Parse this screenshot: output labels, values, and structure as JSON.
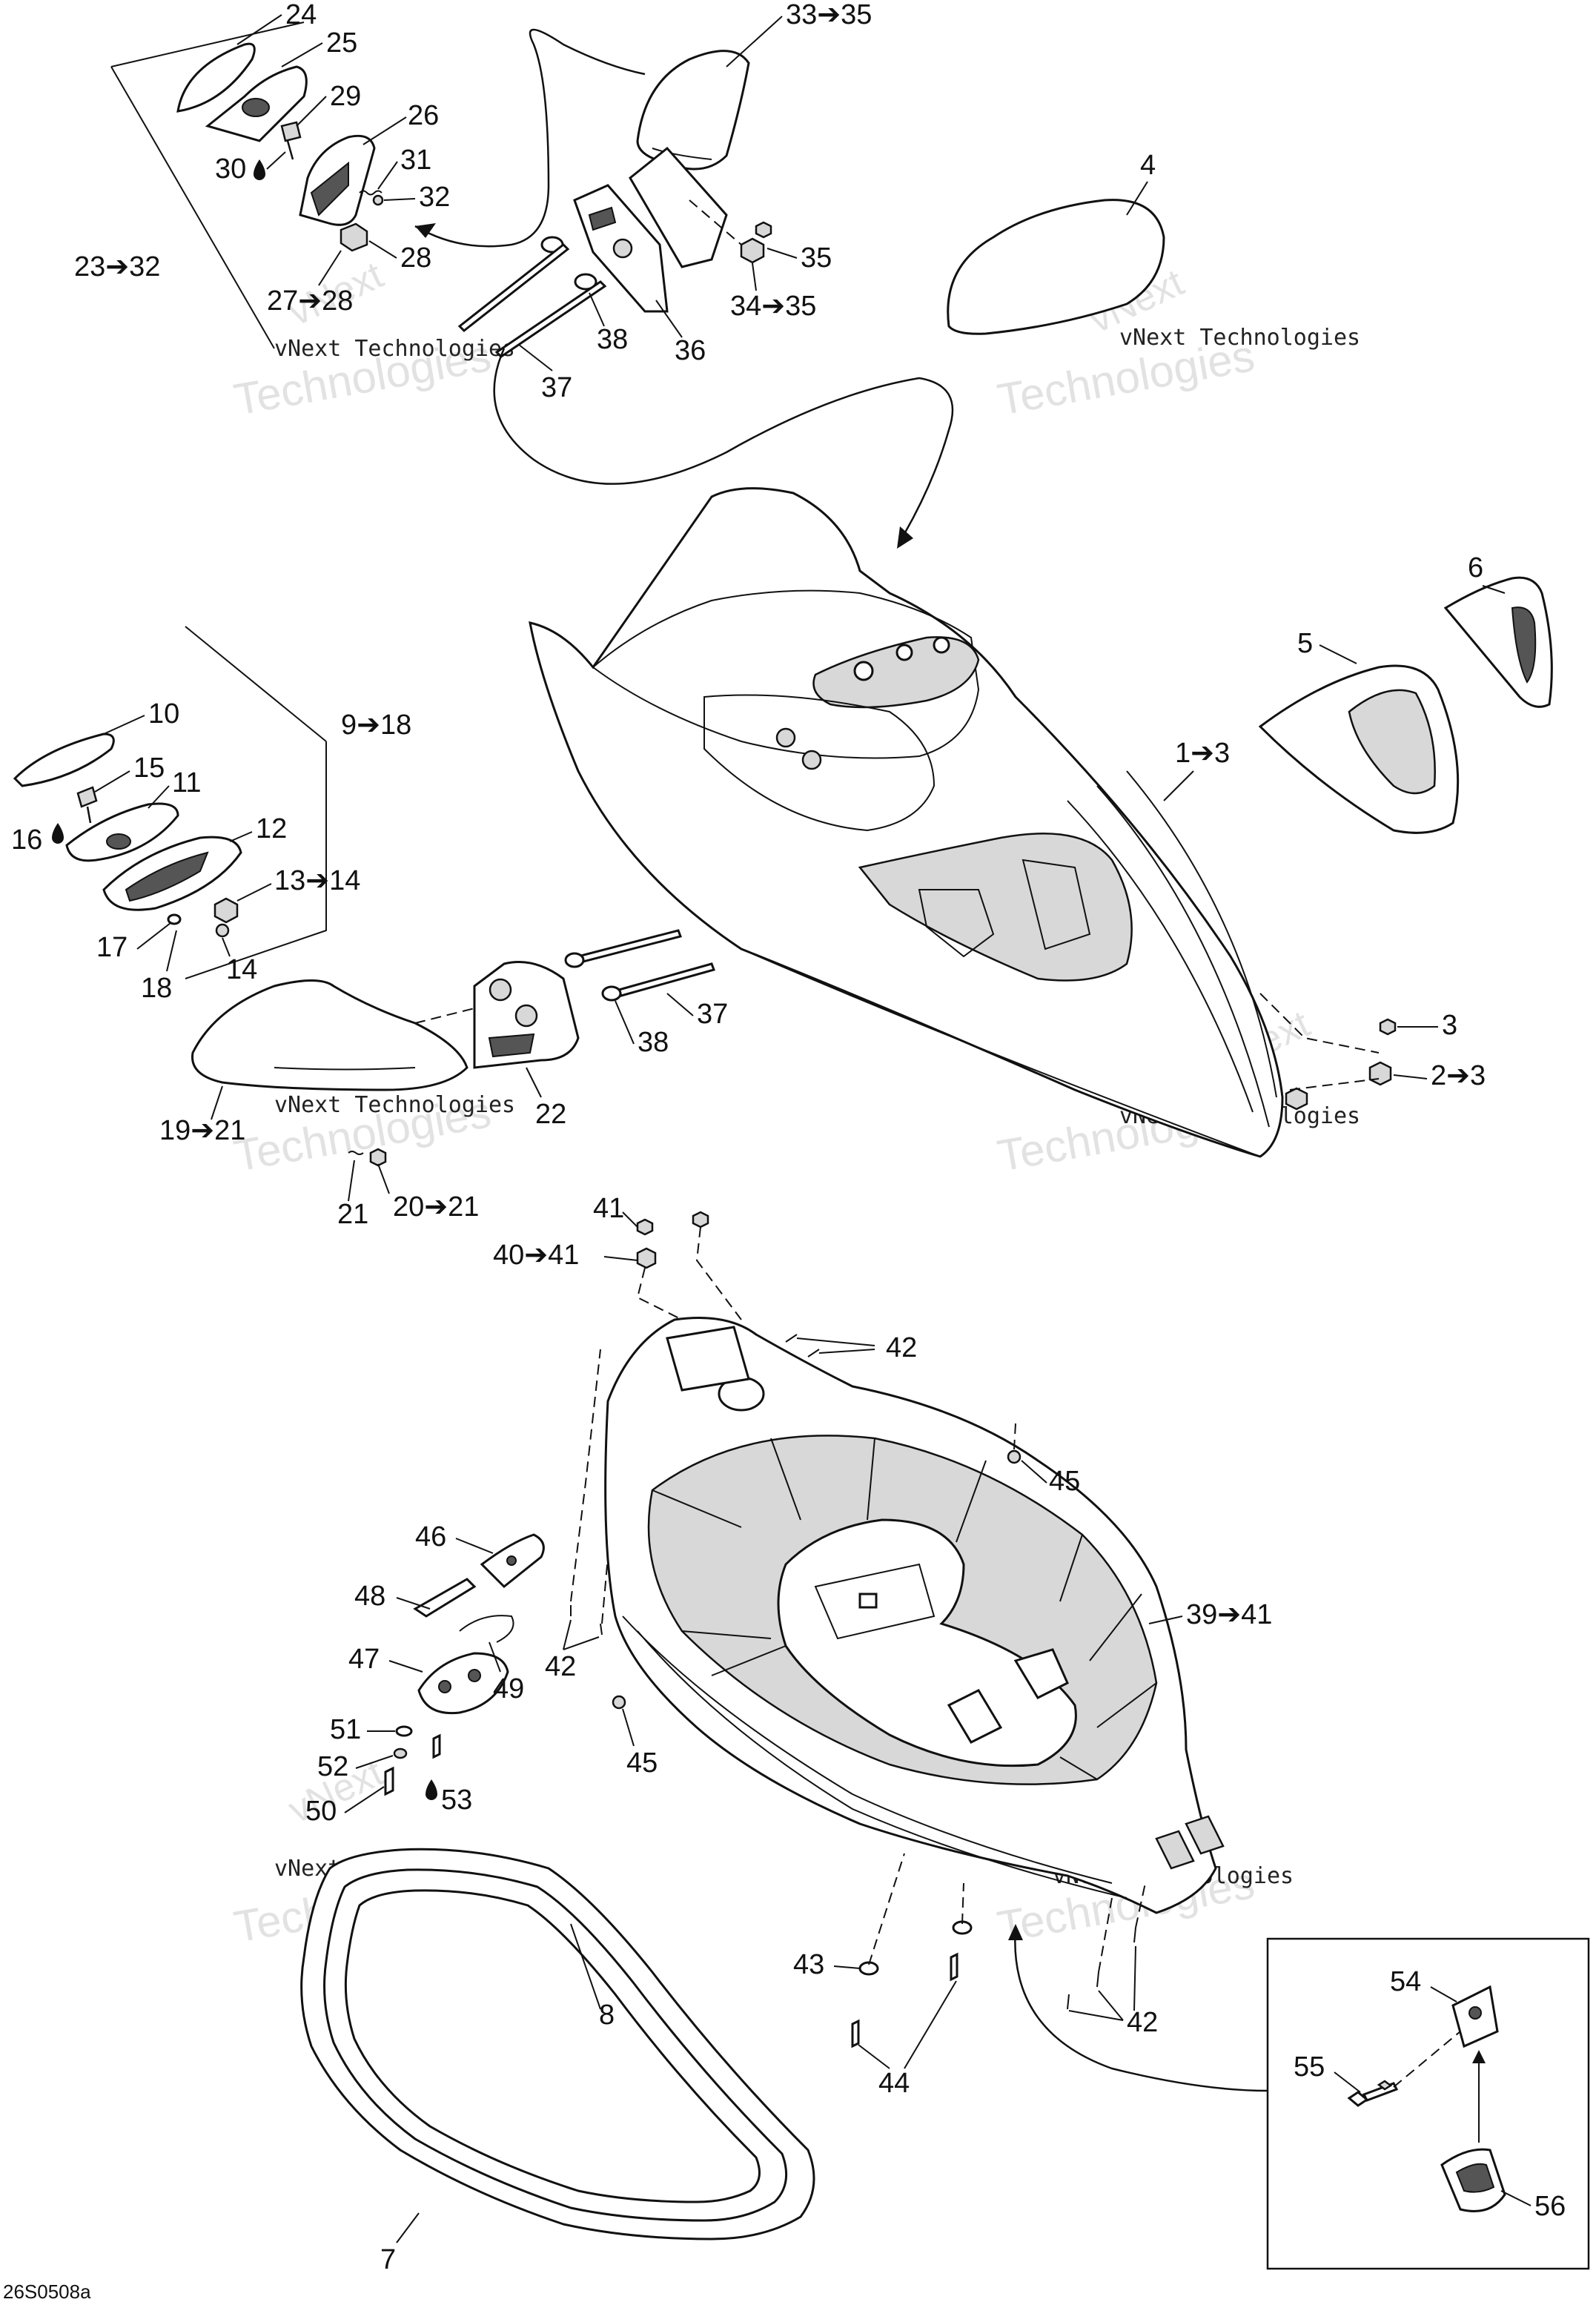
{
  "drawing_code": "26S0508a",
  "watermark": {
    "line1": "vNext Technologies",
    "line2": "Technologies",
    "large": "vNext"
  },
  "callouts": {
    "c24": "24",
    "c25": "25",
    "c29": "29",
    "c26": "26",
    "c30": "30",
    "c31": "31",
    "c32": "32",
    "c28": "28",
    "c23": "23➔32",
    "c27": "27➔28",
    "c33": "33➔35",
    "c35": "35",
    "c34": "34➔35",
    "c38a": "38",
    "c36": "36",
    "c37a": "37",
    "c4": "4",
    "c6": "6",
    "c5": "5",
    "c1": "1➔3",
    "c3": "3",
    "c2": "2➔3",
    "c10": "10",
    "c9": "9➔18",
    "c15": "15",
    "c11": "11",
    "c16": "16",
    "c12": "12",
    "c13": "13➔14",
    "c17": "17",
    "c14": "14",
    "c18": "18",
    "c37b": "37",
    "c38b": "38",
    "c22": "22",
    "c19": "19➔21",
    "c21": "21",
    "c20": "20➔21",
    "c41": "41",
    "c40": "40➔41",
    "c42a": "42",
    "c45a": "45",
    "c46": "46",
    "c48": "48",
    "c47": "47",
    "c49": "49",
    "c42b": "42",
    "c39": "39➔41",
    "c51": "51",
    "c52": "52",
    "c45b": "45",
    "c50": "50",
    "c53": "53",
    "c8": "8",
    "c43": "43",
    "c42c": "42",
    "c44": "44",
    "c7": "7",
    "c54": "54",
    "c55": "55",
    "c56": "56"
  }
}
